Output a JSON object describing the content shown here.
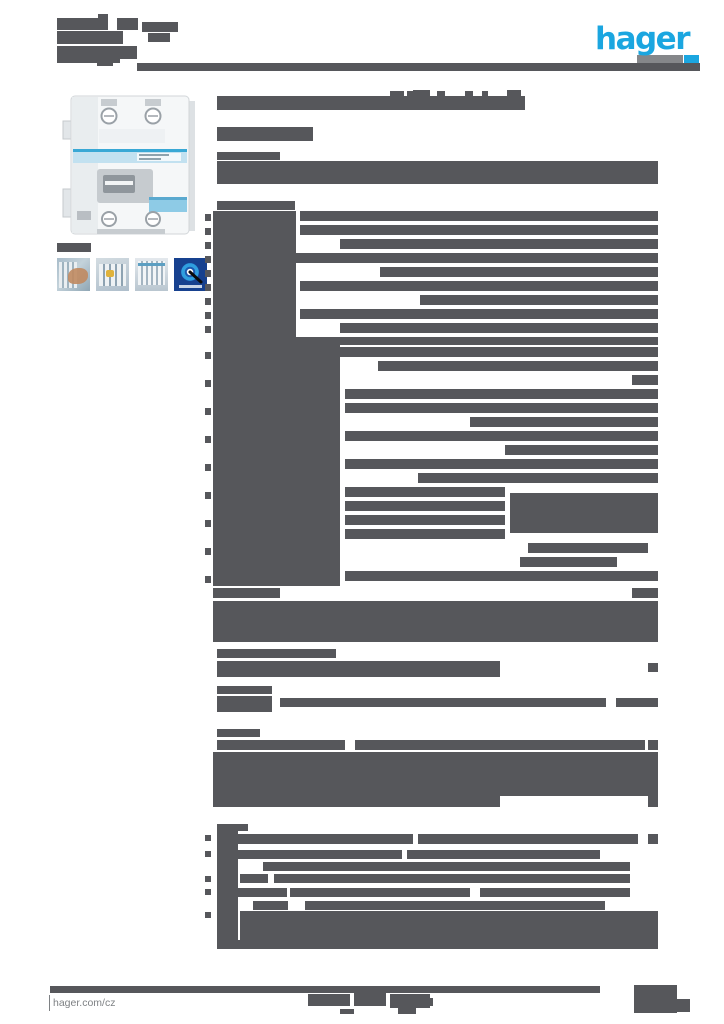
{
  "page": {
    "background": "#FFFFFF",
    "redaction_color": "#56575B"
  },
  "header": {
    "logo_text": "hager",
    "logo_color": "#1BA6E0",
    "ref_bars": [
      [
        57,
        18,
        41,
        12
      ],
      [
        98,
        14,
        10,
        16
      ],
      [
        117,
        18,
        21,
        12
      ],
      [
        142,
        22,
        36,
        10
      ],
      [
        148,
        33,
        22,
        9
      ],
      [
        57,
        31,
        66,
        13
      ],
      [
        57,
        46,
        63,
        17
      ],
      [
        97,
        55,
        16,
        11
      ],
      [
        117,
        46,
        20,
        13
      ],
      [
        137,
        63,
        563,
        8
      ],
      [
        637,
        55,
        46,
        8,
        "#85878A"
      ],
      [
        684,
        55,
        15,
        8,
        "#1BA6E0"
      ]
    ]
  },
  "product": {
    "image_name": "rcbo-circuit-breaker-photo",
    "caption_bars": [
      [
        57,
        243,
        34,
        9
      ]
    ],
    "thumbnails": [
      {
        "name": "installation-photo-1"
      },
      {
        "name": "installation-photo-2"
      },
      {
        "name": "installation-photo-3"
      },
      {
        "name": "quality-mark-q-logo",
        "bg": "#17418F",
        "ring": "#2F9FDF"
      }
    ]
  },
  "title_bars": [
    [
      217,
      96,
      308,
      14
    ],
    [
      390,
      91,
      14,
      6
    ],
    [
      407,
      91,
      7,
      6
    ],
    [
      413,
      90,
      17,
      7
    ],
    [
      437,
      91,
      8,
      6
    ],
    [
      465,
      91,
      8,
      6
    ],
    [
      482,
      91,
      6,
      6
    ],
    [
      507,
      90,
      14,
      7
    ],
    [
      217,
      127,
      96,
      14
    ],
    [
      217,
      152,
      63,
      8
    ],
    [
      217,
      161,
      441,
      23
    ],
    [
      217,
      201,
      78,
      9
    ]
  ],
  "table_bars": [
    [
      213,
      211,
      83,
      132
    ],
    [
      213,
      343,
      127,
      243
    ],
    [
      205,
      214,
      6,
      7
    ],
    [
      205,
      228,
      6,
      7
    ],
    [
      205,
      242,
      6,
      7
    ],
    [
      205,
      256,
      6,
      7
    ],
    [
      205,
      270,
      6,
      7
    ],
    [
      205,
      284,
      6,
      7
    ],
    [
      205,
      298,
      6,
      7
    ],
    [
      205,
      312,
      6,
      7
    ],
    [
      205,
      326,
      6,
      7
    ],
    [
      205,
      352,
      6,
      7
    ],
    [
      205,
      380,
      6,
      7
    ],
    [
      205,
      408,
      6,
      7
    ],
    [
      205,
      436,
      6,
      7
    ],
    [
      205,
      464,
      6,
      7
    ],
    [
      205,
      492,
      6,
      7
    ],
    [
      205,
      520,
      6,
      7
    ],
    [
      205,
      548,
      6,
      7
    ],
    [
      205,
      576,
      6,
      7
    ],
    [
      300,
      211,
      358,
      10
    ],
    [
      300,
      225,
      358,
      10
    ],
    [
      340,
      239,
      318,
      10
    ],
    [
      296,
      253,
      362,
      10
    ],
    [
      380,
      267,
      278,
      10
    ],
    [
      300,
      281,
      358,
      10
    ],
    [
      420,
      295,
      238,
      10
    ],
    [
      300,
      309,
      358,
      10
    ],
    [
      340,
      323,
      318,
      10
    ],
    [
      296,
      337,
      362,
      8
    ],
    [
      340,
      347,
      318,
      10
    ],
    [
      378,
      361,
      280,
      10
    ],
    [
      632,
      375,
      26,
      10
    ],
    [
      345,
      389,
      313,
      10
    ],
    [
      345,
      403,
      313,
      10
    ],
    [
      470,
      417,
      188,
      10
    ],
    [
      345,
      431,
      313,
      10
    ],
    [
      505,
      445,
      153,
      10
    ],
    [
      345,
      459,
      313,
      10
    ],
    [
      418,
      473,
      240,
      10
    ],
    [
      345,
      487,
      160,
      10
    ],
    [
      510,
      493,
      148,
      40
    ],
    [
      345,
      501,
      160,
      10
    ],
    [
      345,
      515,
      160,
      10
    ],
    [
      345,
      529,
      160,
      10
    ],
    [
      528,
      543,
      120,
      10
    ],
    [
      520,
      557,
      97,
      10
    ],
    [
      345,
      571,
      313,
      10
    ],
    [
      213,
      588,
      67,
      10
    ],
    [
      632,
      588,
      26,
      10
    ],
    [
      213,
      601,
      445,
      41
    ]
  ],
  "sections_bars": [
    [
      217,
      649,
      119,
      9
    ],
    [
      217,
      661,
      283,
      16
    ],
    [
      648,
      663,
      10,
      9
    ],
    [
      217,
      686,
      55,
      8
    ],
    [
      217,
      696,
      55,
      16
    ],
    [
      280,
      698,
      326,
      9
    ],
    [
      616,
      698,
      42,
      9
    ],
    [
      217,
      729,
      43,
      8
    ],
    [
      217,
      740,
      128,
      10
    ],
    [
      355,
      740,
      290,
      10
    ],
    [
      648,
      740,
      10,
      10
    ],
    [
      213,
      752,
      445,
      44
    ],
    [
      213,
      796,
      287,
      11
    ],
    [
      648,
      796,
      10,
      11
    ]
  ],
  "bullets_bars": [
    [
      217,
      824,
      31,
      7
    ],
    [
      217,
      831,
      21,
      117
    ],
    [
      205,
      835,
      6,
      6
    ],
    [
      205,
      851,
      6,
      6
    ],
    [
      205,
      876,
      6,
      6
    ],
    [
      205,
      889,
      6,
      6
    ],
    [
      205,
      912,
      6,
      6
    ],
    [
      217,
      834,
      196,
      10
    ],
    [
      418,
      834,
      220,
      10
    ],
    [
      648,
      834,
      10,
      10
    ],
    [
      217,
      850,
      185,
      9
    ],
    [
      407,
      850,
      193,
      9
    ],
    [
      263,
      862,
      367,
      9
    ],
    [
      240,
      874,
      28,
      9
    ],
    [
      274,
      874,
      356,
      9
    ],
    [
      217,
      888,
      70,
      9
    ],
    [
      290,
      888,
      180,
      9
    ],
    [
      480,
      888,
      150,
      9
    ],
    [
      253,
      901,
      35,
      9
    ],
    [
      305,
      901,
      300,
      9
    ],
    [
      240,
      911,
      418,
      38
    ],
    [
      217,
      940,
      120,
      9
    ]
  ],
  "footer": {
    "url": "hager.com/cz",
    "bars": [
      [
        50,
        986,
        550,
        7
      ],
      [
        308,
        994,
        42,
        12
      ],
      [
        354,
        992,
        32,
        14
      ],
      [
        390,
        994,
        40,
        14
      ],
      [
        398,
        1008,
        18,
        6
      ],
      [
        425,
        998,
        8,
        8
      ],
      [
        340,
        1009,
        14,
        5
      ],
      [
        634,
        985,
        43,
        28
      ],
      [
        677,
        999,
        13,
        13
      ]
    ]
  }
}
